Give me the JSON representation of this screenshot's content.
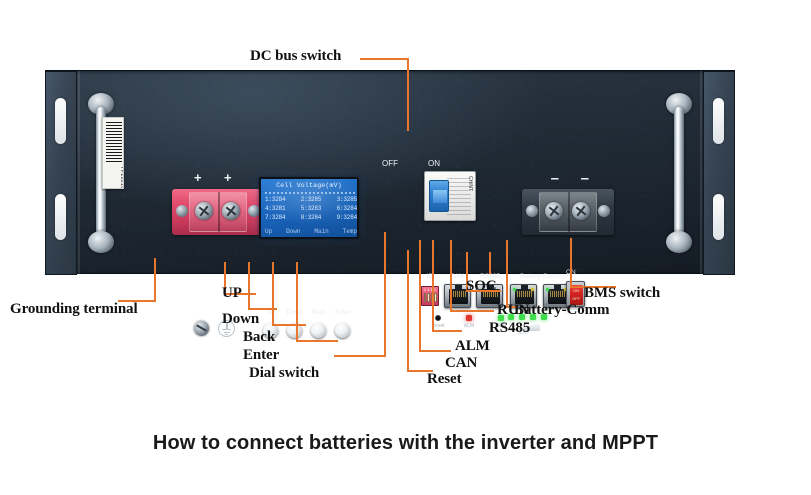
{
  "caption": "How to connect batteries with the inverter and MPPT",
  "panel": {
    "barcode_text": "YP202104247",
    "polarity_positive": "+",
    "polarity_negative": "–",
    "breaker": {
      "off_label": "OFF",
      "on_label": "ON",
      "brand": "CHiNT"
    },
    "bms_switch": {
      "on_label": "ON",
      "off_label": "OFF",
      "rocker_on": "ON",
      "rocker_off": "OFF"
    },
    "nav_buttons": [
      {
        "label": "UP"
      },
      {
        "label": "Down"
      },
      {
        "label": "Back"
      },
      {
        "label": "Enter"
      }
    ],
    "ports": [
      {
        "label": "ID"
      },
      {
        "label": "CAN"
      },
      {
        "label": "RS485"
      },
      {
        "label": "Battery-Comm"
      }
    ],
    "status_leds": [
      {
        "label": "Reset"
      },
      {
        "label": "ALM"
      },
      {
        "label": "RUN"
      }
    ],
    "soc_label": "SOC",
    "dial_digits": "1 1 1 1"
  },
  "lcd": {
    "title": "Cell Voltage(mV)",
    "rows": [
      [
        "1:3284",
        "2:3285",
        "3:3285"
      ],
      [
        "4:3281",
        "5:3283",
        "6:3284"
      ],
      [
        "7:3284",
        "8:3284",
        "9:3284"
      ]
    ],
    "menu": [
      "Up",
      "Down",
      "Main",
      "Temp"
    ]
  },
  "annotations": {
    "dc_bus_switch": "DC bus switch",
    "grounding_terminal": "Grounding terminal",
    "up": "UP",
    "down": "Down",
    "back": "Back",
    "enter": "Enter",
    "dial_switch": "Dial switch",
    "reset": "Reset",
    "can": "CAN",
    "alm": "ALM",
    "rs485": "RS485",
    "run": "RUN",
    "soc": "SOC",
    "battery_comm": "Battery-Comm",
    "bms_switch": "BMS switch"
  },
  "colors": {
    "leader_line": "#e8762c",
    "panel_dark": "#232e3a",
    "positive_terminal": "#d8456a",
    "lcd_blue": "#1f6fc8",
    "led_green": "#3fdc4b",
    "led_red": "#e0352f",
    "bms_red": "#cf231e"
  }
}
